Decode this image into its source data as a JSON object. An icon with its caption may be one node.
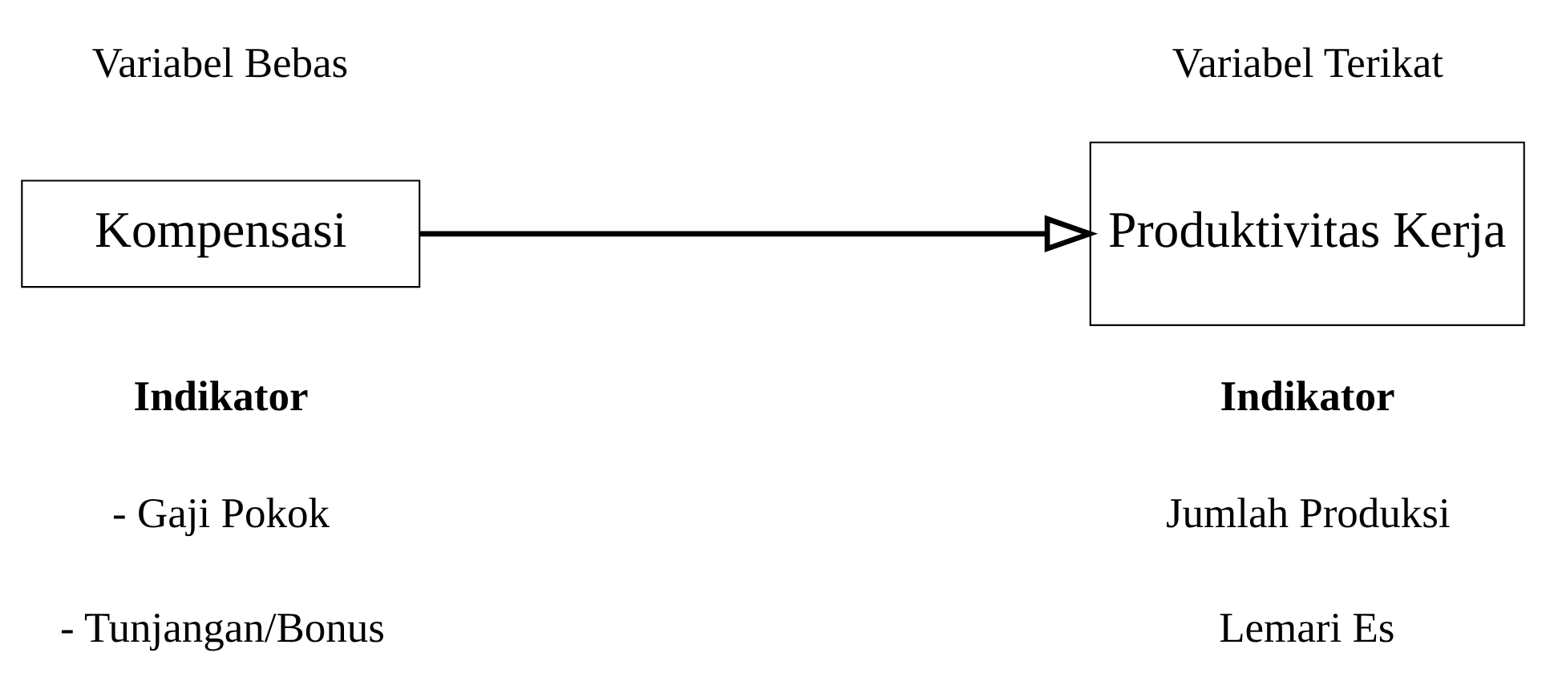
{
  "diagram": {
    "nodes": [
      {
        "text": [
          "Kompensasi"
        ]
      },
      {
        "text": [
          "Produktivitas Kerja"
        ]
      }
    ],
    "edges": [
      {
        "from": 0,
        "to": 1,
        "arrow": "to"
      }
    ],
    "labels": [
      "Variabel Bebas",
      "Variabel Terikat",
      "Indikator",
      "Indikator",
      "- Gaji Pokok",
      "Jumlah Produksi",
      "- Tunjangan/Bonus",
      "Lemari Es"
    ]
  }
}
